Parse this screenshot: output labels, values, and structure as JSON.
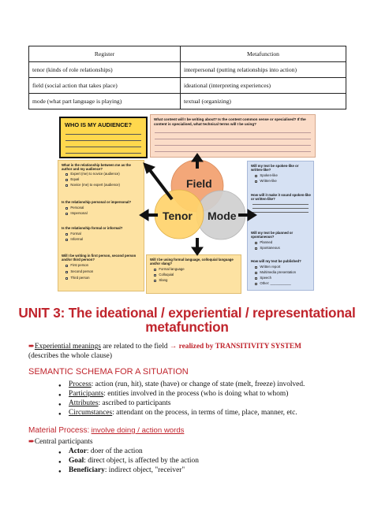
{
  "table": {
    "headers": [
      "Register",
      "Metafunction"
    ],
    "rows": [
      [
        "tenor (kinds of role relationships)",
        "interpersonal (putting relationships into action)"
      ],
      [
        "field (social action that takes place)",
        "ideational (interpreting experiences)"
      ],
      [
        "mode (what part language is playing)",
        "textual (organizing)"
      ]
    ]
  },
  "infographic": {
    "audience_title": "WHO IS MY AUDIENCE?",
    "field_question": "What content will I be writing about? Is the content common sense or specialised? If the content is specialised, what technical terms will I be using?",
    "venn": {
      "field": "Field",
      "tenor": "Tenor",
      "mode": "Mode"
    },
    "tenor_panel": {
      "q1": "What is the relationship between me as the author and my audience?",
      "q1_opts": [
        "Expert (me) to novice (audience)",
        "Equal",
        "Novice (me) to expert (audience)"
      ],
      "q2": "Is the relationship personal or impersonal?",
      "q2_opts": [
        "Personal",
        "Impersonal"
      ],
      "q3": "Is the relationship formal or informal?",
      "q3_opts": [
        "Formal",
        "Informal"
      ],
      "q4": "Will I be writing in first person, second person and/or third person?",
      "q4_opts": [
        "First person",
        "Second person",
        "Third person"
      ]
    },
    "mode_panel": {
      "q1": "Will my text be spoken-like or written-like?",
      "q1_opts": [
        "Spoken-like",
        "Written-like"
      ],
      "q2": "How will it make it sound spoken-like or written-like?",
      "q3": "Will my text be planned or spontaneous?",
      "q3_opts": [
        "Planned",
        "Spontaneous"
      ],
      "q4": "How will my text be published?",
      "q4_opts": [
        "Written report",
        "Multimedia presentation",
        "Speech",
        "Other: ___________"
      ]
    },
    "field_panel": {
      "q1": "Will I be using formal language, colloquial language and/or slang?",
      "q1_opts": [
        "Formal language",
        "Colloquial",
        "Slang"
      ]
    }
  },
  "unit": {
    "title_line1": "UNIT 3: The ideational / experiential / representational",
    "title_line2": "metafunction"
  },
  "experiential": {
    "arrow": "➨",
    "term": "Experiential meanings",
    "text": " are related to the field ",
    "realized": "→ realized by TRANSITIVITY SYSTEM",
    "line2": "(describes the whole clause)"
  },
  "schema": {
    "heading": "SEMANTIC SCHEMA FOR A SITUATION",
    "items": [
      {
        "term": "Process",
        "text": ": action (run, hit), state (have) or change of state (melt, freeze) involved."
      },
      {
        "term": "Participants",
        "text": ": entities involved in the process (who is doing what to whom)"
      },
      {
        "term": "Attributes",
        "text": ": ascribed to participants"
      },
      {
        "term": "Circumstances",
        "text": ": attendant on the process, in terms of time, place, manner, etc."
      }
    ]
  },
  "material": {
    "heading": "Material Process:",
    "sub": "involve doing / action words",
    "central_arrow": "➨",
    "central": "Central participants",
    "items": [
      {
        "term": "Actor",
        "text": ": doer of the action"
      },
      {
        "term": "Goal",
        "text": ": direct object, is affected by the action"
      },
      {
        "term": "Beneficiary",
        "text": ": indirect object, \"receiver\""
      }
    ]
  },
  "colors": {
    "accent_red": "#c0242c",
    "audience_yellow": "#ffd84d",
    "panel_yellow": "#fde2a2",
    "panel_blue": "#d6e1f3",
    "panel_peach": "#fbdcc8"
  }
}
